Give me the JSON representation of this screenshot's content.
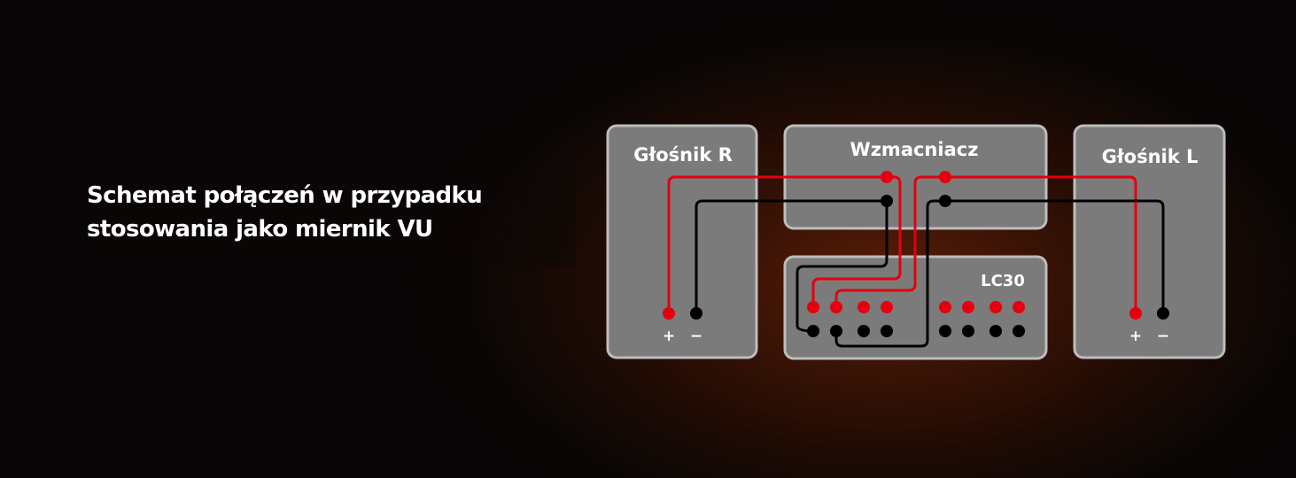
{
  "caption": {
    "line1": "Schemat połączeń w przypadku",
    "line2": "stosowania jako miernik VU"
  },
  "boxes": {
    "speaker_r": {
      "title": "Głośnik R",
      "plus": "+",
      "minus": "−"
    },
    "amplifier": {
      "title": "Wzmacniacz"
    },
    "lc30": {
      "title": "LC30"
    },
    "speaker_l": {
      "title": "Głośnik L",
      "plus": "+",
      "minus": "−"
    }
  },
  "colors": {
    "box_fill": "#7b7b7b",
    "box_border": "#bdbdbd",
    "positive_wire": "#e4000f",
    "negative_wire": "#000000",
    "text": "#ffffff"
  }
}
